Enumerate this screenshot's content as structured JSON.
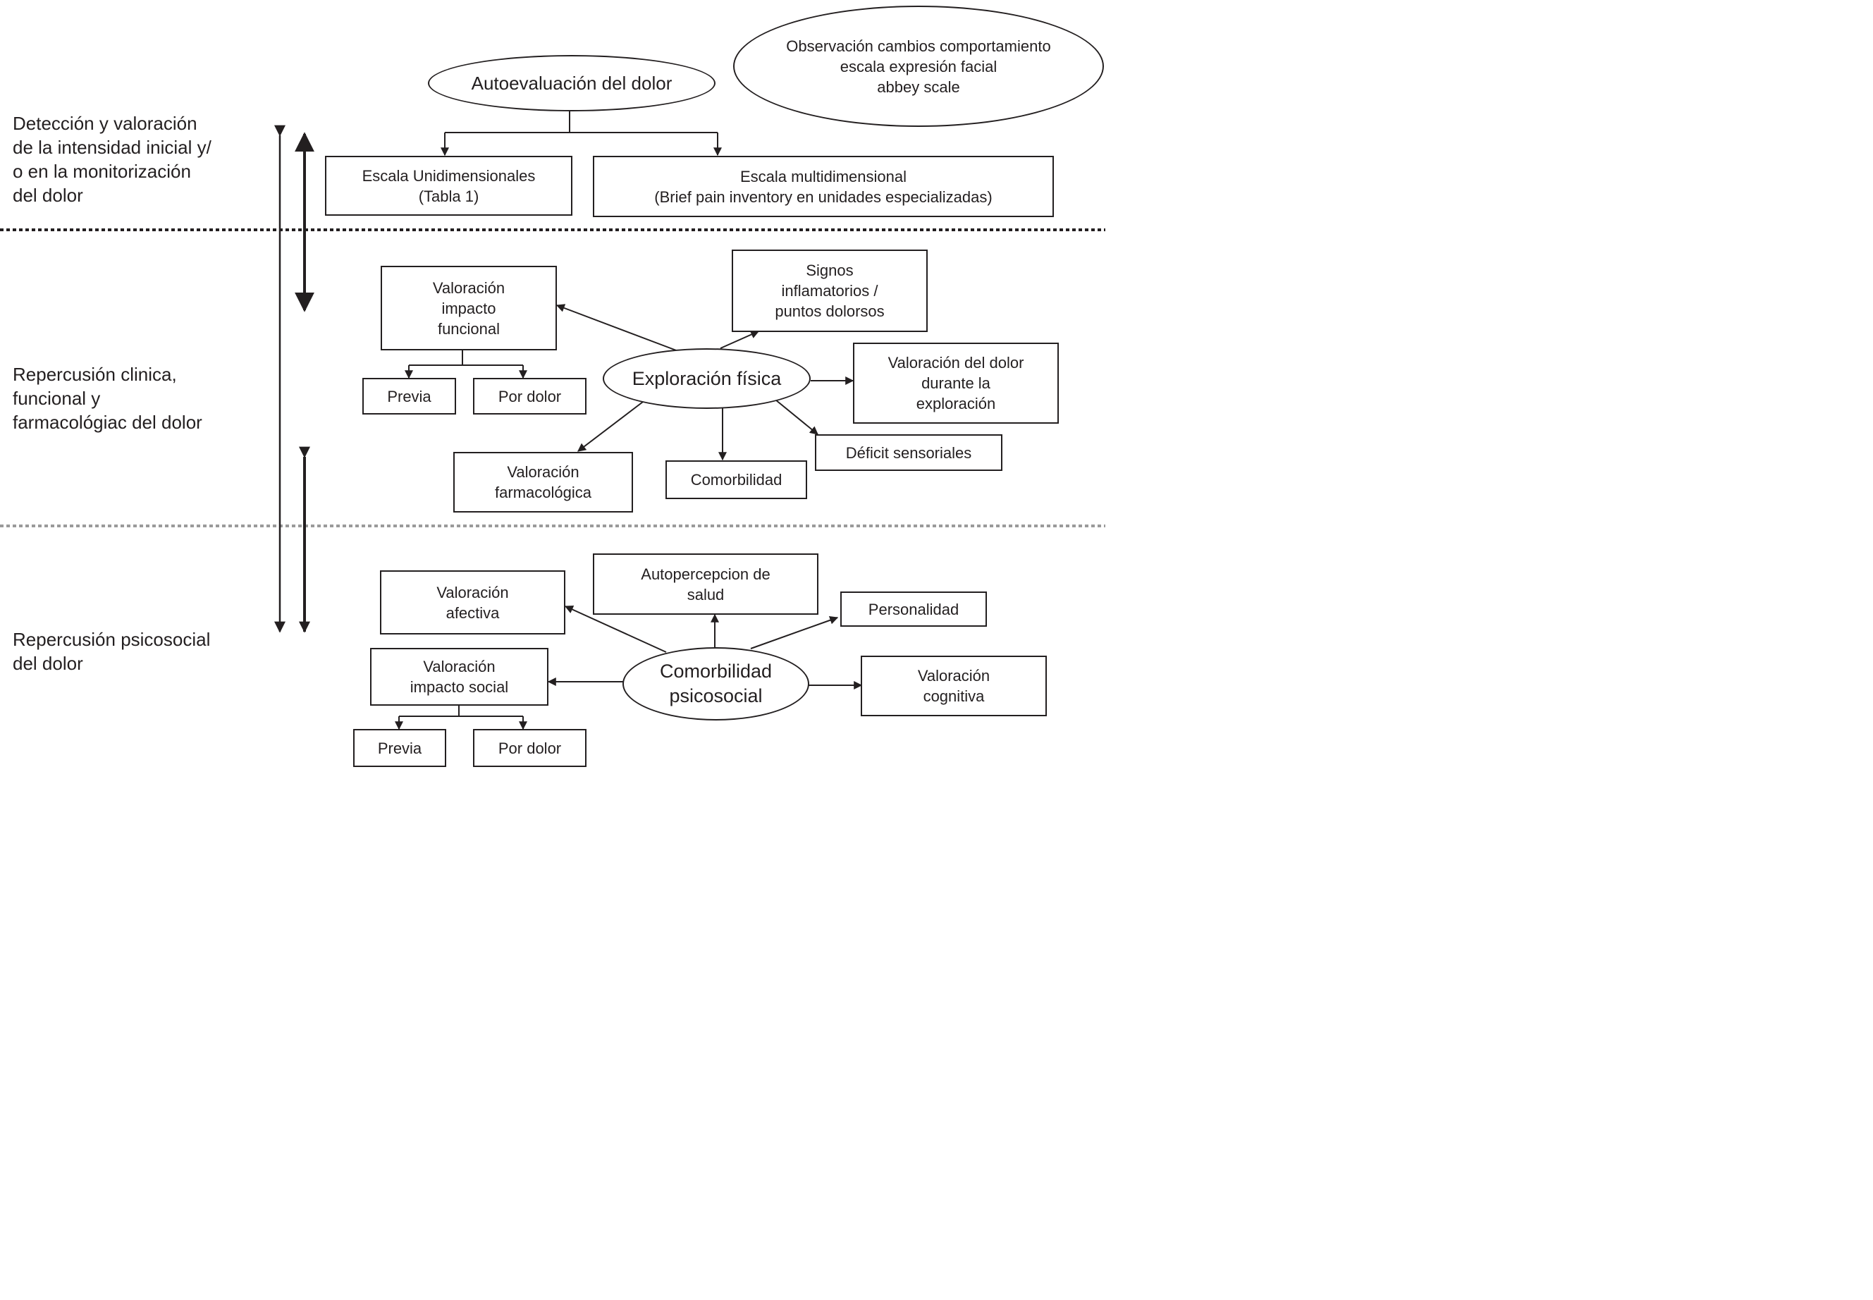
{
  "sections": {
    "deteccion": "Detección y valoración\nde la intensidad inicial y/\no en la monitorización\ndel dolor",
    "repercusion_clinica": "Repercusión clinica,\nfuncional y\nfarmacológiac del dolor",
    "repercusion_psicosocial": "Repercusión psicosocial\ndel dolor"
  },
  "nodes": {
    "autoevaluacion": "Autoevaluación del dolor",
    "observacion": "Observación cambios comportamiento\nescala expresión facial\nabbey scale",
    "escala_uni": "Escala Unidimensionales\n(Tabla 1)",
    "escala_multi": "Escala multidimensional\n(Brief pain inventory en unidades especializadas)",
    "valoracion_impacto_funcional": "Valoración\nimpacto\nfuncional",
    "signos_inflamatorios": "Signos\ninflamatorios /\npuntos dolorsos",
    "previa_1": "Previa",
    "por_dolor_1": "Por dolor",
    "exploracion_fisica": "Exploración física",
    "valoracion_dolor_exploracion": "Valoración del dolor\ndurante la\nexploración",
    "deficit_sensoriales": "Déficit sensoriales",
    "valoracion_farmacologica": "Valoración\nfarmacológica",
    "comorbilidad": "Comorbilidad",
    "valoracion_afectiva": "Valoración\nafectiva",
    "autopercepcion_salud": "Autopercepcion de\nsalud",
    "personalidad": "Personalidad",
    "valoracion_impacto_social": "Valoración\nimpacto social",
    "comorbilidad_psicosocial": "Comorbilidad\npsicosocial",
    "valoracion_cognitiva": "Valoración\ncognitiva",
    "previa_2": "Previa",
    "por_dolor_2": "Por dolor"
  },
  "colors": {
    "ink": "#231f20",
    "divider_top": "#231f20",
    "divider_bottom": "#9a9a9a"
  }
}
